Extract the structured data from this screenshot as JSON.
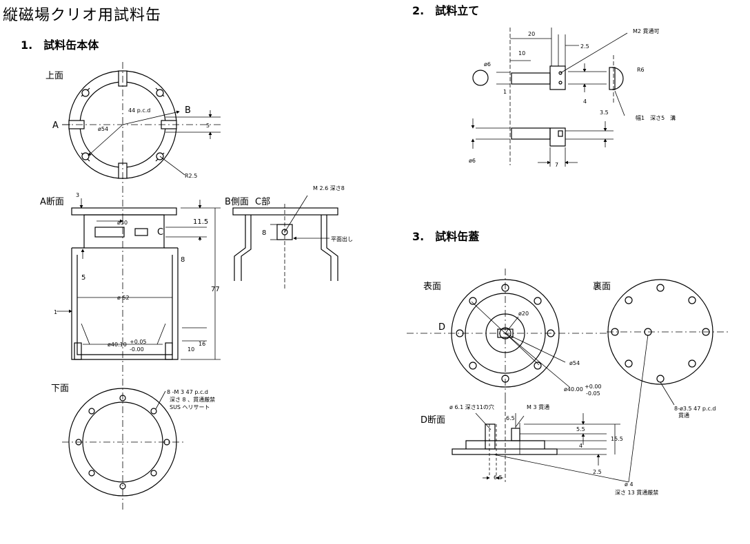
{
  "title": "縦磁場クリオ用試料缶",
  "sections": {
    "s1": "1.　試料缶本体",
    "s2": "2.　試料立て",
    "s3": "3.　試料缶蓋"
  },
  "body": {
    "top_view": "上面",
    "label_a": "A",
    "label_b": "B",
    "pcd": "44 p.c.d",
    "dia54": "ø54",
    "dim5": "5",
    "r25": "R2.5",
    "section_a": "A断面",
    "side_b": "B側面",
    "part_c": "C部",
    "label_c": "C",
    "dim3": "3",
    "dia30": "ø30",
    "dim11_5": "11.5",
    "dim8": "8",
    "dim5b": "5",
    "dim77": "77",
    "dim1": "1",
    "dia52": "ø 52",
    "dim16": "16",
    "dim10": "10",
    "dia40": "ø40.10",
    "tol_plus": "+0.05",
    "tol_minus": "-0.00",
    "m26": "M 2.6 深さ8",
    "flat": "平面出し",
    "dim8b": "8",
    "bottom_view": "下面",
    "m3_line1": "8 -M 3  47 p.c.d",
    "m3_line2": "深さ 8 、貫通厳禁",
    "m3_line3": "SUS ヘリサート"
  },
  "stand": {
    "dim20": "20",
    "dim10": "10",
    "dim2_5": "2.5",
    "m2": "M2 貫通可",
    "dia6": "ø6",
    "dim1": "1",
    "r6": "R6",
    "dim4": "4",
    "dim3_5": "3.5",
    "groove": "幅1　深さ5　溝",
    "dia6b": "ø6",
    "dim7": "7"
  },
  "lid": {
    "front": "表面",
    "back": "裏面",
    "label_d": "D",
    "dia20": "ø20",
    "dia54": "ø54",
    "dia40": "ø40.00",
    "tol_plus": "+0.00",
    "tol_minus": "-0.05",
    "pcd_line1": "8-ø3.5  47 p.c.d",
    "pcd_line2": "貫通",
    "section_d": "D断面",
    "hole61": "ø 6.1 深さ11の穴",
    "m3": "M 3 貫通",
    "dim6_5": "6.5",
    "dim5_5": "5.5",
    "dim15_5": "15.5",
    "dim4": "4",
    "dim2_5": "2.5",
    "dim6_5b": "6.5",
    "dia4": "ø 4",
    "depth13": "深さ 13 貫通厳禁"
  }
}
